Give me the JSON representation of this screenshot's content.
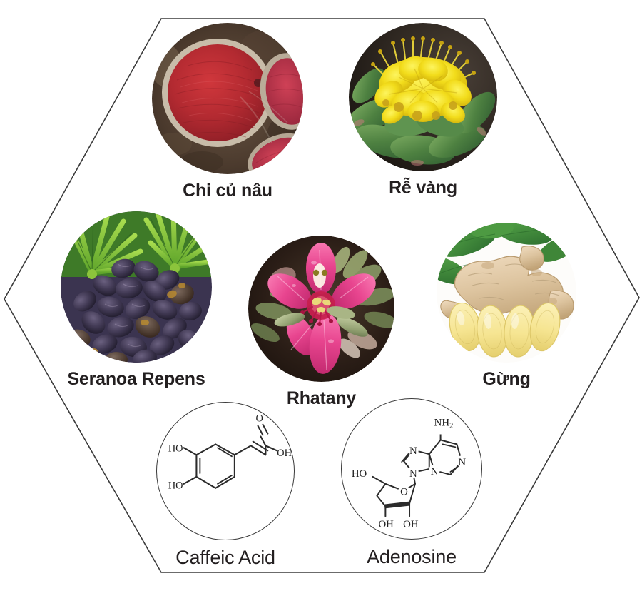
{
  "figure": {
    "shape": "hexagon",
    "outline_color": "#3a3a3a",
    "background": "#ffffff"
  },
  "items": [
    {
      "id": "chi-cu-nau",
      "label": "Chi củ nâu",
      "kind": "photo",
      "icon": "red-root-cross-section-photo",
      "label_style": "bold",
      "colors": {
        "primary": "#b5272d",
        "secondary": "#6d5744",
        "accent": "#d4485c"
      }
    },
    {
      "id": "re-vang",
      "label": "Rễ vàng",
      "kind": "photo",
      "icon": "yellow-rhodiola-flower-photo",
      "label_style": "bold",
      "colors": {
        "primary": "#f2dc1b",
        "secondary": "#4d7a3a",
        "accent": "#2b2118"
      }
    },
    {
      "id": "seranoa-repens",
      "label": "Seranoa Repens",
      "kind": "photo",
      "icon": "saw-palmetto-berries-photo",
      "label_style": "bold",
      "colors": {
        "primary": "#3b3450",
        "secondary": "#74c23a",
        "accent": "#8f6a3c"
      }
    },
    {
      "id": "rhatany",
      "label": "Rhatany",
      "kind": "photo",
      "icon": "pink-rhatany-flower-photo",
      "label_style": "bold",
      "colors": {
        "primary": "#e8458f",
        "secondary": "#8c9b6a",
        "accent": "#2b1d16"
      }
    },
    {
      "id": "gung",
      "label": "Gừng",
      "kind": "photo",
      "icon": "ginger-rhizome-photo",
      "label_style": "bold",
      "colors": {
        "primary": "#e6c79a",
        "secondary": "#f4e08a",
        "accent": "#3f8f3a"
      }
    },
    {
      "id": "caffeic-acid",
      "label": "Caffeic Acid",
      "kind": "molecule",
      "icon": "caffeic-acid-structure",
      "label_style": "plain",
      "atom_labels": [
        "HO",
        "HO",
        "O",
        "OH"
      ]
    },
    {
      "id": "adenosine",
      "label": "Adenosine",
      "kind": "molecule",
      "icon": "adenosine-structure",
      "label_style": "plain",
      "atom_labels": [
        "NH",
        "2",
        "N",
        "N",
        "N",
        "N",
        "HO",
        "OH",
        "OH"
      ]
    }
  ]
}
